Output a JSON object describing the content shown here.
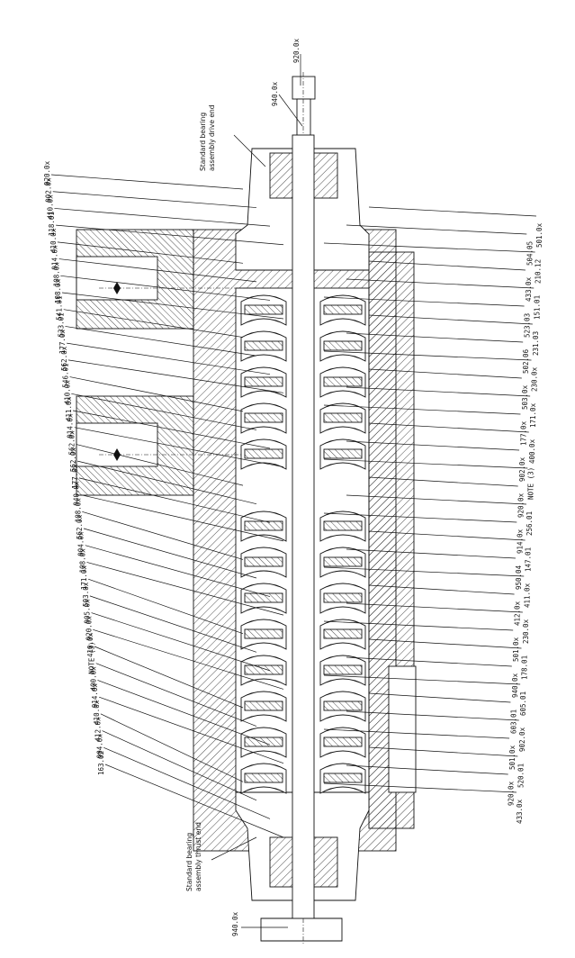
{
  "left_labels": [
    "920.0x",
    "902.0x",
    "410.0x",
    "118.01",
    "410.0x",
    "914.0x",
    "108.0x",
    "108.0x",
    "541.01",
    "533.01",
    "177.0x",
    "562.0x",
    "546.01",
    "410.0x",
    "411.0x",
    "914.0x",
    "562.0x",
    "562.0x",
    "177.0x",
    "940.0x",
    "108.0x",
    "562.0x",
    "904.0x",
    "108.0x",
    "171.0x",
    "503.0x",
    "905.0x",
    "920.0x",
    "410.0x",
    "NOTE (3)",
    "400.0x",
    "914.0x",
    "410.0x",
    "412.0x",
    "904.0x",
    "163.02"
  ],
  "right_labels": [
    "501.0x",
    "504.05",
    "210.12",
    "433.0x",
    "151.01",
    "523.03",
    "231.03",
    "502.06",
    "230.0x",
    "503.0x",
    "171.0x",
    "177.0x",
    "400.0x",
    "902.0x",
    "NOTE (3)",
    "920.0x",
    "256.01",
    "914.0x",
    "147.01",
    "950.04",
    "411.0x",
    "412.0x",
    "230.0x",
    "501.0x",
    "178.01",
    "940.0x",
    "605.01",
    "603.01",
    "902.0x",
    "501.0x",
    "520.01",
    "920.0x",
    "433.0x"
  ],
  "top_labels": [
    "920.0x",
    "940.0x"
  ],
  "bottom_label": "940.0x",
  "notes": {
    "drive_end": [
      "Standard bearing",
      "assembly drive end"
    ],
    "thrust_end": [
      "Standard bearing",
      "assembly thrust end"
    ]
  }
}
